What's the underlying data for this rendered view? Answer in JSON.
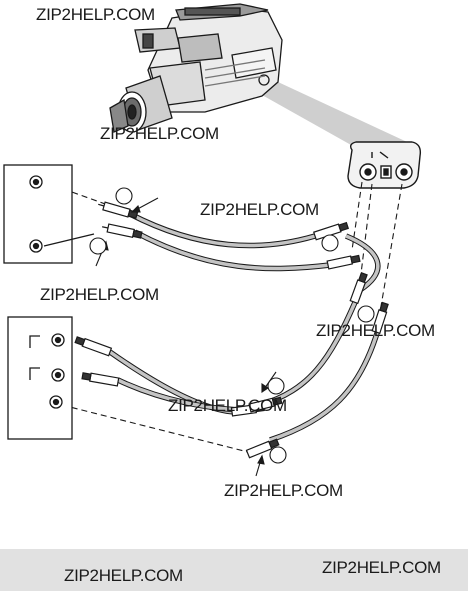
{
  "watermarks": [
    "ZIP2HELP.COM",
    "ZIP2HELP.COM",
    "ZIP2HELP.COM",
    "ZIP2HELP.COM",
    "ZIP2HELP.COM",
    "ZIP2HELP.COM",
    "ZIP2HELP.COM",
    "ZIP2HELP.COM",
    "ZIP2HELP.COM"
  ],
  "callouts": [
    "",
    "",
    "",
    "",
    ""
  ],
  "icons": [
    "camcorder-icon",
    "av-jack-panel-icon",
    "rca-plug-icon",
    "tv-jack-panel-icon",
    "vcr-jack-panel-icon"
  ],
  "colors": {
    "line": "#1a1a1a",
    "cable": "#b8b8b8",
    "highlight": "#cfcfcf",
    "footer": "#e1e1e1"
  }
}
